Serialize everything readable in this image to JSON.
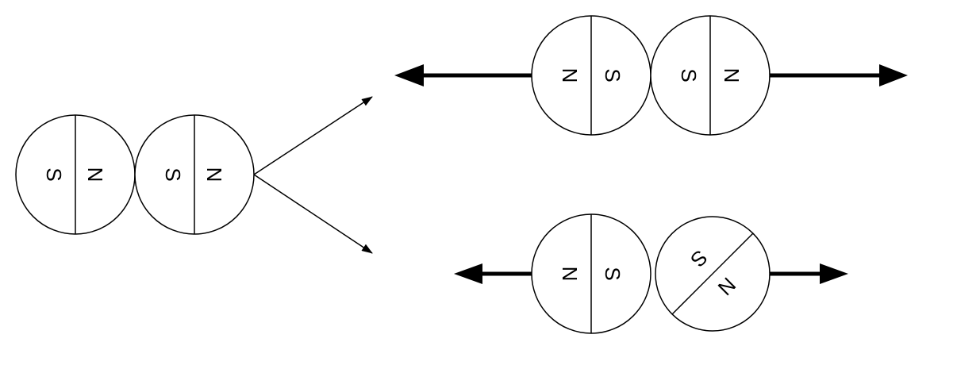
{
  "diagram": {
    "left_pair": {
      "magnet_1": {
        "left_pole": "S",
        "right_pole": "N"
      },
      "magnet_2": {
        "left_pole": "S",
        "right_pole": "N"
      }
    },
    "top_pair": {
      "magnet_1": {
        "left_pole": "N",
        "right_pole": "S"
      },
      "magnet_2": {
        "left_pole": "S",
        "right_pole": "N"
      }
    },
    "bottom_pair": {
      "magnet_1": {
        "left_pole": "N",
        "right_pole": "S"
      },
      "magnet_2": {
        "upper_pole": "S",
        "lower_pole": "N"
      }
    }
  },
  "colors": {
    "ink": "#000000",
    "background": "#ffffff"
  }
}
